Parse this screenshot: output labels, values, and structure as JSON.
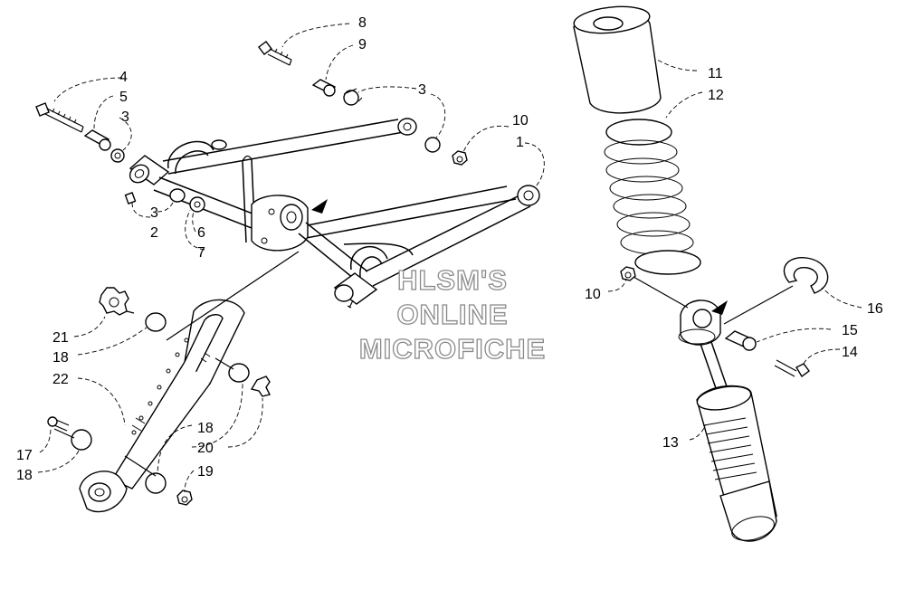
{
  "watermark": {
    "line1": "HLSM'S",
    "line2": "ONLINE",
    "line3": "MICROFICHE"
  },
  "callouts": {
    "c1": "1",
    "c2": "2",
    "c3a": "3",
    "c3b": "3",
    "c3c": "3",
    "c4": "4",
    "c5": "5",
    "c6": "6",
    "c7": "7",
    "c8": "8",
    "c9": "9",
    "c10a": "10",
    "c10b": "10",
    "c11": "11",
    "c12": "12",
    "c13": "13",
    "c14": "14",
    "c15": "15",
    "c16": "16",
    "c17": "17",
    "c18a": "18",
    "c18b": "18",
    "c18c": "18",
    "c19": "19",
    "c20": "20",
    "c21": "21",
    "c22": "22"
  }
}
